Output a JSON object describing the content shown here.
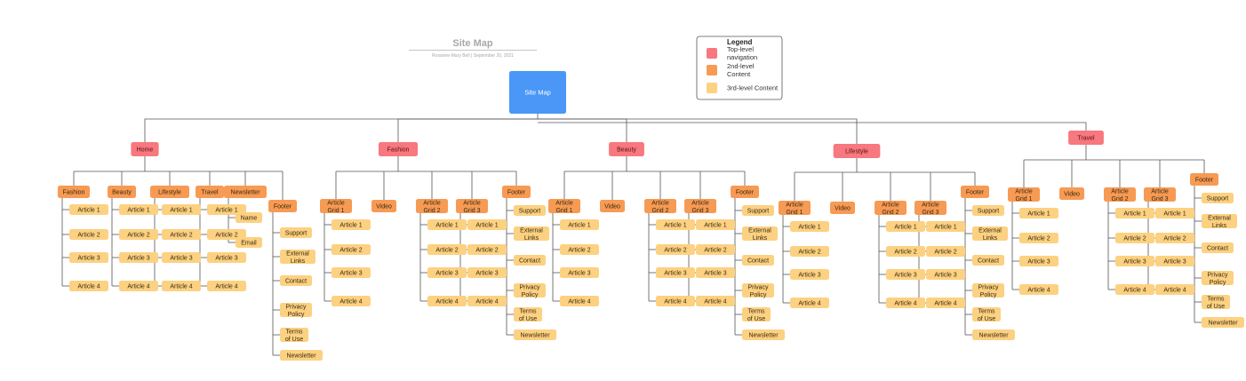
{
  "header": {
    "title": "Site Map",
    "subtitle": "Roxanne-Mary Bell  |  September 20, 2021"
  },
  "colors": {
    "root": "#4a97f7",
    "top": "#f7787e",
    "second": "#f79a54",
    "third": "#fcd181"
  },
  "legend": {
    "title": "Legend",
    "items": [
      {
        "level": "top",
        "lines": [
          "Top-level",
          "navigation"
        ]
      },
      {
        "level": "second",
        "lines": [
          "2nd-level",
          "Content"
        ]
      },
      {
        "level": "third",
        "lines": [
          "3rd-level Content"
        ]
      }
    ]
  },
  "root": {
    "label": "Site Map"
  },
  "sections": [
    {
      "label": "Home",
      "children": [
        {
          "label": [
            "Fashion"
          ],
          "children": [
            [
              "Article 1"
            ],
            [
              "Article 2"
            ],
            [
              "Article 3"
            ],
            [
              "Article 4"
            ]
          ]
        },
        {
          "label": [
            "Beauty"
          ],
          "children": [
            [
              "Article 1"
            ],
            [
              "Article 2"
            ],
            [
              "Article 3"
            ],
            [
              "Article 4"
            ]
          ]
        },
        {
          "label": [
            "Lifestyle"
          ],
          "children": [
            [
              "Article 1"
            ],
            [
              "Article 2"
            ],
            [
              "Article 3"
            ],
            [
              "Article 4"
            ]
          ]
        },
        {
          "label": [
            "Travel"
          ],
          "children": [
            [
              "Article 1"
            ],
            [
              "Article 2"
            ],
            [
              "Article 3"
            ],
            [
              "Article 4"
            ]
          ]
        },
        {
          "label": [
            "Newsletter"
          ],
          "children": [
            [
              "Name"
            ],
            [
              "Email"
            ]
          ]
        },
        {
          "label": [
            "Footer"
          ],
          "children": [
            [
              "Support"
            ],
            [
              "External",
              "Links"
            ],
            [
              "Contact"
            ],
            [
              "Privacy",
              "Policy"
            ],
            [
              "Terms",
              "of Use"
            ],
            [
              "Newsletter"
            ]
          ]
        }
      ]
    },
    {
      "label": "Fashion",
      "children": [
        {
          "label": [
            "Article",
            "Grid 1"
          ],
          "children": [
            [
              "Article 1"
            ],
            [
              "Article 2"
            ],
            [
              "Article 3"
            ],
            [
              "Article 4"
            ]
          ]
        },
        {
          "label": [
            "Video"
          ],
          "children": []
        },
        {
          "label": [
            "Article",
            "Grid 2"
          ],
          "children": [
            [
              "Article 1"
            ],
            [
              "Article 2"
            ],
            [
              "Article 3"
            ],
            [
              "Article 4"
            ]
          ]
        },
        {
          "label": [
            "Article",
            "Grid 3"
          ],
          "children": [
            [
              "Article 1"
            ],
            [
              "Article 2"
            ],
            [
              "Article 3"
            ],
            [
              "Article 4"
            ]
          ]
        },
        {
          "label": [
            "Footer"
          ],
          "children": [
            [
              "Support"
            ],
            [
              "External",
              "Links"
            ],
            [
              "Contact"
            ],
            [
              "Privacy",
              "Policy"
            ],
            [
              "Terms",
              "of Use"
            ],
            [
              "Newsletter"
            ]
          ]
        }
      ]
    },
    {
      "label": "Beauty",
      "children": [
        {
          "label": [
            "Article",
            "Grid 1"
          ],
          "children": [
            [
              "Article 1"
            ],
            [
              "Article 2"
            ],
            [
              "Article 3"
            ],
            [
              "Article 4"
            ]
          ]
        },
        {
          "label": [
            "Video"
          ],
          "children": []
        },
        {
          "label": [
            "Article",
            "Grid 2"
          ],
          "children": [
            [
              "Article 1"
            ],
            [
              "Article 2"
            ],
            [
              "Article 3"
            ],
            [
              "Article 4"
            ]
          ]
        },
        {
          "label": [
            "Article",
            "Grid 3"
          ],
          "children": [
            [
              "Article 1"
            ],
            [
              "Article 2"
            ],
            [
              "Article 3"
            ],
            [
              "Article 4"
            ]
          ]
        },
        {
          "label": [
            "Footer"
          ],
          "children": [
            [
              "Support"
            ],
            [
              "External",
              "Links"
            ],
            [
              "Contact"
            ],
            [
              "Privacy",
              "Policy"
            ],
            [
              "Terms",
              "of Use"
            ],
            [
              "Newsletter"
            ]
          ]
        }
      ]
    },
    {
      "label": "Lifestyle",
      "children": [
        {
          "label": [
            "Article",
            "Grid 1"
          ],
          "children": [
            [
              "Article 1"
            ],
            [
              "Article 2"
            ],
            [
              "Article 3"
            ],
            [
              "Article 4"
            ]
          ]
        },
        {
          "label": [
            "Video"
          ],
          "children": []
        },
        {
          "label": [
            "Article",
            "Grid 2"
          ],
          "children": [
            [
              "Article 1"
            ],
            [
              "Article 2"
            ],
            [
              "Article 3"
            ],
            [
              "Article 4"
            ]
          ]
        },
        {
          "label": [
            "Article",
            "Grid 3"
          ],
          "children": [
            [
              "Article 1"
            ],
            [
              "Article 2"
            ],
            [
              "Article 3"
            ],
            [
              "Article 4"
            ]
          ]
        },
        {
          "label": [
            "Footer"
          ],
          "children": [
            [
              "Support"
            ],
            [
              "External",
              "Links"
            ],
            [
              "Contact"
            ],
            [
              "Privacy",
              "Policy"
            ],
            [
              "Terms",
              "of Use"
            ],
            [
              "Newsletter"
            ]
          ]
        }
      ]
    },
    {
      "label": "Travel",
      "children": [
        {
          "label": [
            "Article",
            "Grid 1"
          ],
          "children": [
            [
              "Article 1"
            ],
            [
              "Article 2"
            ],
            [
              "Article 3"
            ],
            [
              "Article 4"
            ]
          ]
        },
        {
          "label": [
            "Video"
          ],
          "children": []
        },
        {
          "label": [
            "Article",
            "Grid 2"
          ],
          "children": [
            [
              "Article 1"
            ],
            [
              "Article 2"
            ],
            [
              "Article 3"
            ],
            [
              "Article 4"
            ]
          ]
        },
        {
          "label": [
            "Article",
            "Grid 3"
          ],
          "children": [
            [
              "Article 1"
            ],
            [
              "Article 2"
            ],
            [
              "Article 3"
            ],
            [
              "Article 4"
            ]
          ]
        },
        {
          "label": [
            "Footer"
          ],
          "children": [
            [
              "Support"
            ],
            [
              "External",
              "Links"
            ],
            [
              "Contact"
            ],
            [
              "Privacy",
              "Policy"
            ],
            [
              "Terms",
              "of Use"
            ],
            [
              "Newsletter"
            ]
          ]
        }
      ]
    }
  ]
}
